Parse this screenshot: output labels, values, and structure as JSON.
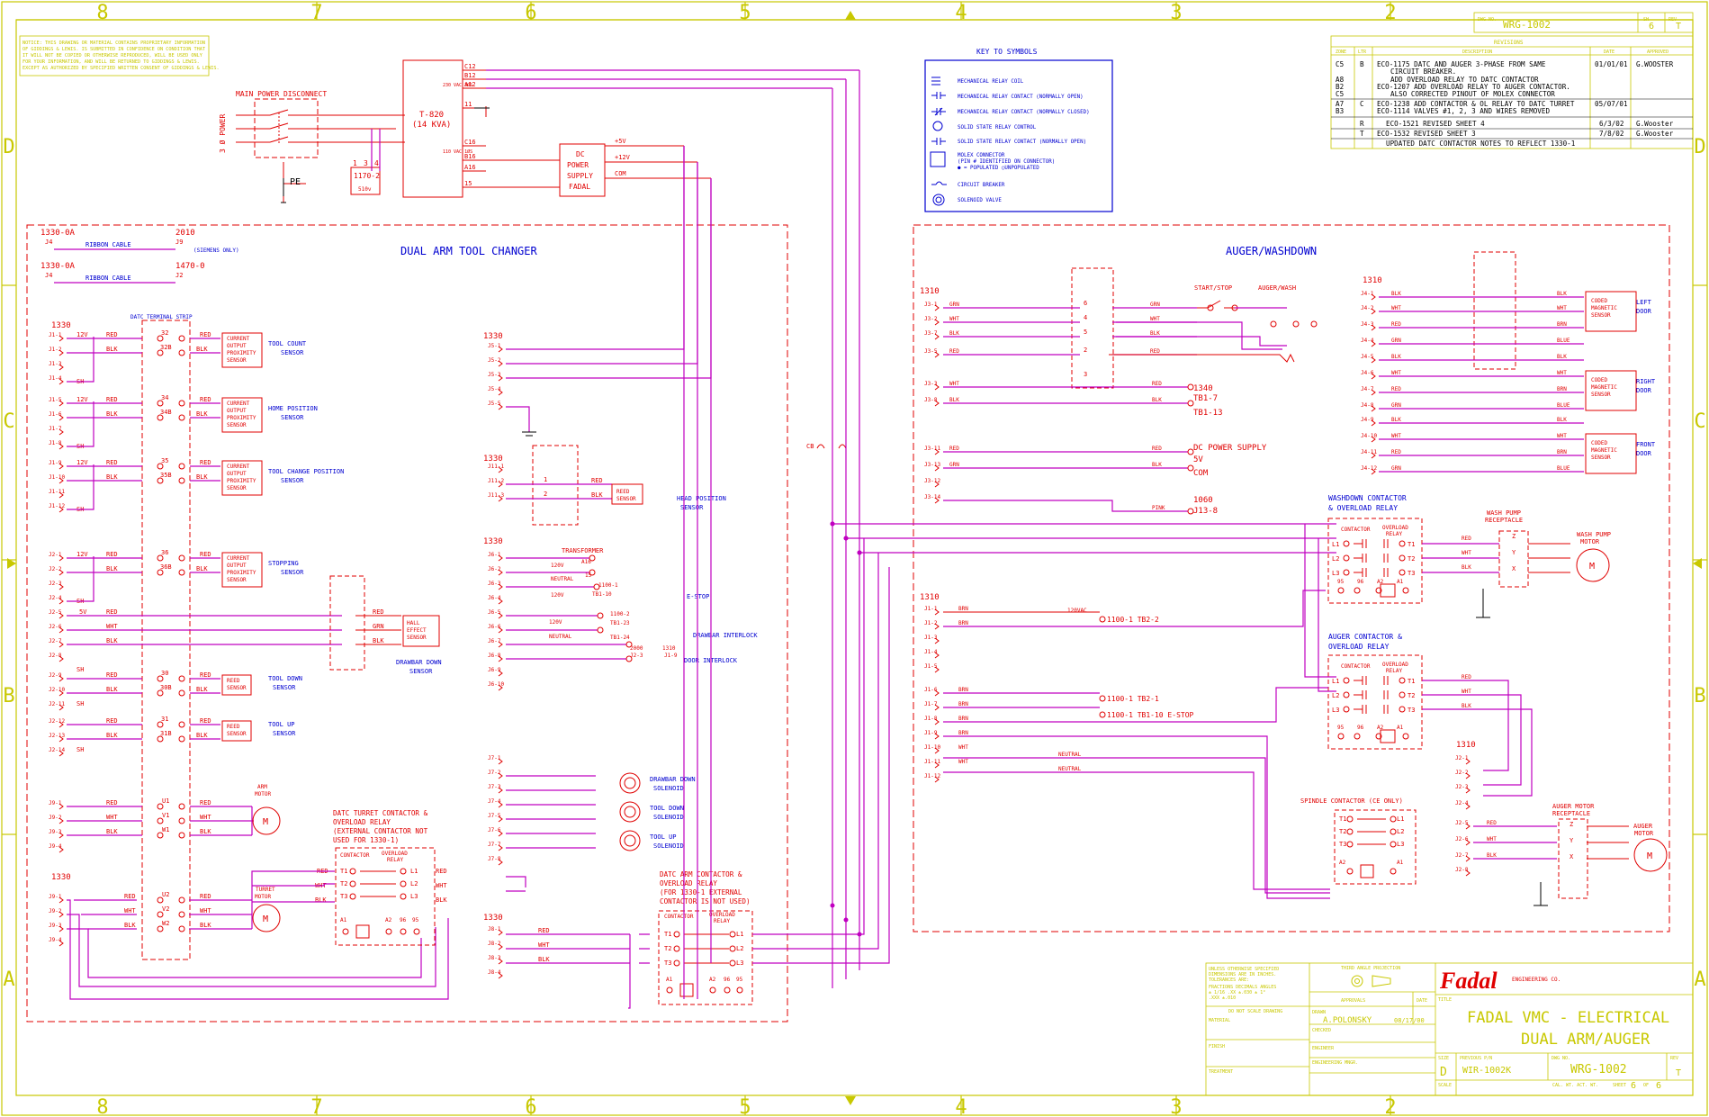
{
  "frame": {
    "zones_top": [
      "8",
      "7",
      "6",
      "5",
      "4",
      "3",
      "2"
    ],
    "zones_bottom": [
      "8",
      "7",
      "6",
      "5",
      "4",
      "3",
      "2"
    ],
    "rows": [
      "D",
      "C",
      "B",
      "A"
    ]
  },
  "notice": [
    "NOTICE: THIS DRAWING OR MATERIAL CONTAINS PROPRIETARY INFORMATION",
    "OF GIDDINGS & LEWIS. IS SUBMITTED IN CONFIDENCE ON CONDITION THAT",
    "IT WILL NOT BE COPIED OR OTHERWISE REPRODUCED, WILL BE USED ONLY",
    "FOR YOUR INFORMATION, AND WILL BE RETURNED TO GIDDINGS & LEWIS.",
    "EXCEPT AS AUTHORIZED BY SPECIFIED WRITTEN CONSENT OF GIDDINGS & LEWIS."
  ],
  "power": {
    "disconnect": "MAIN POWER DISCONNECT",
    "phase": "3 Ø POWER",
    "pe": "PE",
    "transformer": "T-820",
    "kva": "(14 KVA)",
    "fuse": "1170-2",
    "fuse_v": "510v",
    "taps": [
      "1",
      "3",
      "4"
    ],
    "sec_top": [
      "C12",
      "B12",
      "A12",
      "11"
    ],
    "sec_bot": [
      "C16",
      "B16",
      "A16",
      "15"
    ],
    "vac1": "230 VAC 3ØS",
    "vac2": "110 VAC 1ØS",
    "dc_supply": [
      "DC",
      "POWER",
      "SUPPLY",
      "FADAL"
    ],
    "dc_out": [
      "+5V",
      "+12V",
      "COM"
    ]
  },
  "key": {
    "title": "KEY TO SYMBOLS",
    "items": [
      "MECHANICAL RELAY COIL",
      "MECHANICAL RELAY CONTACT (NORMALLY OPEN)",
      "MECHANICAL RELAY CONTACT (NORMALLY CLOSED)",
      "SOLID STATE RELAY CONTROL",
      "SOLID STATE RELAY CONTACT (NORMALLY OPEN)",
      "MOLEX CONNECTOR",
      "(PIN # IDENTIFIED ON CONNECTOR)",
      "● = POPULATED   ○UNPOPULATED",
      "CIRCUIT BREAKER",
      "SOLENOID VALVE"
    ]
  },
  "title_block": {
    "dwg_no_label": "DWG NO.",
    "dwg_no": "WRG-1002",
    "rev_label": "REV",
    "rev": "T",
    "sh_label": "SH",
    "sh": "6",
    "revisions": "REVISIONS",
    "rev_headers": [
      "ZONE",
      "LTR",
      "DESCRIPTION",
      "DATE",
      "APPROVED"
    ],
    "rev_rows": [
      {
        "zone": "C5",
        "ltr": "B",
        "desc": "ECO-1175  DATC AND AUGER 3-PHASE FROM SAME",
        "date": "01/01/01",
        "app": "G.WOOSTER"
      },
      {
        "zone": "",
        "ltr": "",
        "desc": "CIRCUIT BREAKER.",
        "date": "",
        "app": ""
      },
      {
        "zone": "A8",
        "ltr": "",
        "desc": "ADD OVERLOAD RELAY TO DATC CONTACTOR",
        "date": "",
        "app": ""
      },
      {
        "zone": "B2",
        "ltr": "",
        "desc": "ECO-1207  ADD OVERLOAD RELAY TO AUGER CONTACTOR.",
        "date": "",
        "app": ""
      },
      {
        "zone": "C5",
        "ltr": "",
        "desc": "ALSO CORRECTED PINOUT OF MOLEX CONNECTOR",
        "date": "",
        "app": ""
      },
      {
        "zone": "A7",
        "ltr": "C",
        "desc": "ECO-1238 ADD CONTACTOR & OL RELAY TO DATC TURRET",
        "date": "05/07/01",
        "app": ""
      },
      {
        "zone": "B3",
        "ltr": "",
        "desc": "ECO-1114  VALVES #1, 2, 3 AND WIRES REMOVED",
        "date": "",
        "app": ""
      },
      {
        "zone": "",
        "ltr": "R",
        "desc": "ECO-1521   REVISED SHEET 4",
        "date": "6/3/02",
        "app": "G.Wooster"
      },
      {
        "zone": "",
        "ltr": "T",
        "desc": "ECO-1532   REVISED SHEET 3",
        "date": "7/8/02",
        "app": "G.Wooster"
      },
      {
        "zone": "",
        "ltr": "",
        "desc": "UPDATED DATC CONTACTOR NOTES TO REFLECT 1330-1",
        "date": "",
        "app": ""
      }
    ],
    "tolerance": [
      "UNLESS OTHERWISE SPECIFIED",
      "DIMENSIONS ARE IN INCHES.",
      "TOLERANCES ARE:",
      "FRACTIONS   DECIMALS   ANGLES",
      "± 1/16    .XX ±.030   ± 1°",
      "          .XXX ±.010"
    ],
    "no_scale": "DO NOT SCALE DRAWING",
    "third_angle": "THIRD ANGLE PROJECTION",
    "approvals": "APPROVALS",
    "date_label": "DATE",
    "drawn_label": "DRAWN",
    "drawn": "A.POLONSKY",
    "drawn_date": "08/17/00",
    "checked": "CHECKED",
    "engineer": "ENGINEER",
    "eng_mngr": "ENGINEERING MNGR.",
    "material": "MATERIAL",
    "finish": "FINISH",
    "treatment": "TREATMENT",
    "logo": "Fadal",
    "logo_sub": "ENGINEERING CO.",
    "title_label": "TITLE",
    "title1": "FADAL VMC - ELECTRICAL",
    "title2": "DUAL ARM/AUGER",
    "size_label": "SIZE",
    "size": "D",
    "prev_label": "PREVIOUS P/N",
    "prev": "WIR-1002K",
    "dwg2": "WRG-1002",
    "rev2": "T",
    "scale_label": "SCALE",
    "calwt": "CAL. WT.   ACT. WT.",
    "sheet_label": "SHEET",
    "sheet": "6",
    "of_label": "OF",
    "of": "6"
  },
  "datc": {
    "title": "DUAL ARM TOOL CHANGER",
    "j4a": "1330-0A",
    "j4a_pin": "J4",
    "rib": "RIBBON CABLE",
    "j9": "2010",
    "j9pin": "J9",
    "siemens": "(SIEMENS ONLY)",
    "j4b": "1330-0A",
    "j4b_pin": "J4",
    "j2": "1470-0",
    "j2pin": "J2",
    "tb_label": "DATC TERMINAL STRIP",
    "b1330": "1330",
    "sensors": [
      {
        "pins": [
          "J1-1",
          "J1-2",
          "J1-3",
          "J1-4"
        ],
        "t": [
          "32",
          "32B"
        ],
        "wires": [
          "12V",
          "RED",
          "BLK",
          "SH"
        ],
        "box": [
          "CURRENT",
          "OUTPUT",
          "PROXIMITY",
          "SENSOR"
        ],
        "label": [
          "TOOL COUNT",
          "SENSOR"
        ]
      },
      {
        "pins": [
          "J1-5",
          "J1-6",
          "J1-7",
          "J1-8"
        ],
        "t": [
          "34",
          "34B"
        ],
        "wires": [
          "12V",
          "RED",
          "BLK",
          "SH"
        ],
        "box": [
          "CURRENT",
          "OUTPUT",
          "PROXIMITY",
          "SENSOR"
        ],
        "label": [
          "HOME POSITION",
          "SENSOR"
        ]
      },
      {
        "pins": [
          "J1-9",
          "J1-10",
          "J1-11",
          "J1-12"
        ],
        "t": [
          "35",
          "35B"
        ],
        "wires": [
          "12V",
          "RED",
          "BLK",
          "SH"
        ],
        "box": [
          "CURRENT",
          "OUTPUT",
          "PROXIMITY",
          "SENSOR"
        ],
        "label": [
          "TOOL CHANGE POSITION",
          "SENSOR"
        ]
      },
      {
        "pins": [
          "J2-1",
          "J2-2",
          "J2-3",
          "J2-4"
        ],
        "t": [
          "36",
          "36B"
        ],
        "wires": [
          "12V",
          "RED",
          "BLK",
          "SH"
        ],
        "box": [
          "CURRENT",
          "OUTPUT",
          "PROXIMITY",
          "SENSOR"
        ],
        "label": [
          "STOPPING",
          "SENSOR"
        ]
      }
    ],
    "hall": {
      "pins": [
        "J2-5",
        "J2-6",
        "J2-7",
        "J2-8"
      ],
      "wires": [
        "5V",
        "RED",
        "WHT",
        "BLK",
        "SH"
      ],
      "out": [
        "RED",
        "GRN",
        "BLK"
      ],
      "box": [
        "HALL",
        "EFFECT",
        "SENSOR"
      ],
      "label": [
        "DRAWBAR DOWN",
        "SENSOR"
      ]
    },
    "reeds": [
      {
        "pins": [
          "J2-9",
          "J2-10",
          "J2-11"
        ],
        "t": [
          "30",
          "30B"
        ],
        "wires": [
          "RED",
          "BLK",
          "SH"
        ],
        "box": [
          "REED",
          "SENSOR"
        ],
        "label": [
          "TOOL DOWN",
          "SENSOR"
        ]
      },
      {
        "pins": [
          "J2-12",
          "J2-13",
          "J2-14"
        ],
        "t": [
          "31",
          "31B"
        ],
        "wires": [
          "RED",
          "BLK",
          "SH"
        ],
        "box": [
          "REED",
          "SENSOR"
        ],
        "label": [
          "TOOL UP",
          "SENSOR"
        ]
      }
    ],
    "arm": {
      "pins": [
        "J9-1",
        "J9-2",
        "J9-3",
        "J9-4"
      ],
      "t": [
        "U1",
        "V1",
        "W1"
      ],
      "wires": [
        "RED",
        "WHT",
        "BLK"
      ],
      "label": "ARM MOTOR"
    },
    "turret": {
      "b": "1330",
      "pins": [
        "J9-1",
        "J9-2",
        "J9-3",
        "J9-4"
      ],
      "t": [
        "U2",
        "V2",
        "W2"
      ],
      "wires": [
        "RED",
        "WHT",
        "BLK"
      ],
      "label": "TURRET MOTOR"
    },
    "turret_contactor": [
      "DATC TURRET CONTACTOR &",
      "OVERLOAD RELAY",
      "(EXTERNAL CONTACTOR NOT",
      "USED FOR 1330-1)"
    ],
    "cont_labels": [
      "CONTACTOR",
      "OVERLOAD",
      "RELAY"
    ],
    "arm_contactor": [
      "DATC ARM CONTACTOR &",
      "OVERLOAD RELAY",
      "(FOR 1330-1 EXTERNAL",
      "CONTACTOR IS NOT USED)"
    ],
    "j5": {
      "b": "1330",
      "pins": [
        "J5-1",
        "J5-2",
        "J5-3",
        "J5-4",
        "J5-5"
      ]
    },
    "j11": {
      "b": "1330",
      "pins": [
        "J11-1",
        "J11-2",
        "J11-3"
      ],
      "wires": [
        "RED",
        "BLK"
      ],
      "box": [
        "REED",
        "SENSOR"
      ],
      "label": [
        "HEAD POSITION",
        "SENSOR"
      ]
    },
    "j6": {
      "b": "1330",
      "pins": [
        "J6-1",
        "J6-2",
        "J6-3",
        "J6-4",
        "J6-5",
        "J6-6",
        "J6-7",
        "J6-8",
        "J6-9",
        "J6-10"
      ],
      "transformer": "TRANSFORMER",
      "a16": "A16",
      "v120": "120V",
      "neutral": "NEUTRAL",
      "n15": "15",
      "t1": "1100-1",
      "t1b": "TB1-10",
      "estop": "E-STOP",
      "tb123": "TB1-23",
      "tb124": "TB1-24",
      "t2": "1100-2",
      "drawbar_il": "DRAWBAR INTERLOCK",
      "door_il": "DOOR INTERLOCK",
      "j23": "J2-3",
      "j2000": "2000",
      "j1310": "1310",
      "j19": "J1-9"
    },
    "j7": {
      "pins": [
        "J7-1",
        "J7-2",
        "J7-3",
        "J7-4",
        "J7-5",
        "J7-6",
        "J7-7",
        "J7-8"
      ],
      "sol": [
        [
          "DRAWBAR DOWN",
          "SOLENOID"
        ],
        [
          "TOOL DOWN",
          "SOLENOID"
        ],
        [
          "TOOL UP",
          "SOLENOID"
        ]
      ]
    },
    "j8": {
      "b": "1330",
      "pins": [
        "J8-1",
        "J8-2",
        "J8-3",
        "J8-4"
      ],
      "wires": [
        "RED",
        "WHT",
        "BLK"
      ]
    },
    "cb": "CB"
  },
  "auger": {
    "title": "AUGER/WASHDOWN",
    "b1310": "1310",
    "j3pins": [
      "J3-1",
      "J3-2",
      "J3-7",
      "J3-5",
      "J3-3",
      "J3-8",
      "J3-11",
      "J3-13",
      "J3-12",
      "J3-14"
    ],
    "j3wires": [
      "GRN",
      "WHT",
      "BLK",
      "RED",
      "WHT",
      "BLK",
      "RED",
      "GRN",
      ""
    ],
    "sw_mid": [
      "GRN",
      "WHT",
      "BLK",
      "RED",
      "RED",
      "BLK",
      "RED",
      "BLK",
      "PINK"
    ],
    "start_stop": "START/STOP",
    "auger_wash": "AUGER/WASH",
    "tb1340": "1340",
    "tb17": "TB1-7",
    "tb113": "TB1-13",
    "dcps": "DC POWER SUPPLY",
    "v5": "5V",
    "com": "COM",
    "j1060": "1060",
    "j138": "J13-8",
    "j4b": "1310",
    "j4pins": [
      "J4-1",
      "J4-2",
      "J4-3",
      "J4-4",
      "J4-5",
      "J4-6",
      "J4-7",
      "J4-8",
      "J4-9",
      "J4-10",
      "J4-11",
      "J4-12"
    ],
    "j4wires": [
      "BLK",
      "WHT",
      "RED",
      "GRN",
      "BLK",
      "WHT",
      "RED",
      "GRN",
      "BLK",
      "WHT",
      "RED",
      "GRN"
    ],
    "j4out": [
      "BLK",
      "WHT",
      "BRN",
      "BLUE",
      "BLK",
      "WHT",
      "BRN",
      "BLUE",
      "BLK",
      "WHT",
      "BRN",
      "BLUE"
    ],
    "coded": [
      "CODED",
      "MAGNETIC",
      "SENSOR"
    ],
    "doors": [
      [
        "LEFT",
        "DOOR"
      ],
      [
        "RIGHT",
        "DOOR"
      ],
      [
        "FRONT",
        "DOOR"
      ]
    ],
    "washdown_contactor": [
      "WASHDOWN CONTACTOR",
      "& OVERLOAD RELAY"
    ],
    "auger_contactor": [
      "AUGER CONTACTOR &",
      "OVERLOAD RELAY"
    ],
    "spindle_contactor": "SPINDLE CONTACTOR (CE ONLY)",
    "cont_hdr": [
      "CONTACTOR",
      "OVERLOAD",
      "RELAY"
    ],
    "L": [
      "L1",
      "L2",
      "L3"
    ],
    "T": [
      "T1",
      "T2",
      "T3"
    ],
    "aux": [
      "95",
      "96",
      "A2",
      "A1"
    ],
    "wash_pump_recept": [
      "WASH PUMP",
      "RECEPTACLE"
    ],
    "wash_pump_motor": [
      "WASH PUMP",
      "MOTOR"
    ],
    "zyx": [
      "Z",
      "Y",
      "X"
    ],
    "motor_wires": [
      "RED",
      "WHT",
      "BLK"
    ],
    "j1b": "1310",
    "j1pins": [
      "J1-1",
      "J1-2",
      "J1-3",
      "J1-4",
      "J1-5",
      "J1-6",
      "J1-7",
      "J1-8",
      "J1-9",
      "J1-10",
      "J1-11",
      "J1-12"
    ],
    "j1wires": [
      "BRN",
      "BRN",
      "",
      "",
      "",
      "BRN",
      "BRN",
      "BRN",
      "BRN",
      "WHT",
      "WHT",
      ""
    ],
    "vac120": "120VAC",
    "tb22": "1100-1  TB2-2",
    "tb21": "1100-1  TB2-1",
    "tb110": "1100-1  TB1-10 E-STOP",
    "neutral": "NEUTRAL",
    "j2b": "1310",
    "j2pins": [
      "J2-1",
      "J2-2",
      "J2-3",
      "J2-4",
      "J2-5",
      "J2-6",
      "J2-7",
      "J2-8"
    ],
    "auger_recept": [
      "AUGER MOTOR",
      "RECEPTACLE"
    ],
    "auger_motor": [
      "AUGER",
      "MOTOR"
    ],
    "M": "M"
  }
}
